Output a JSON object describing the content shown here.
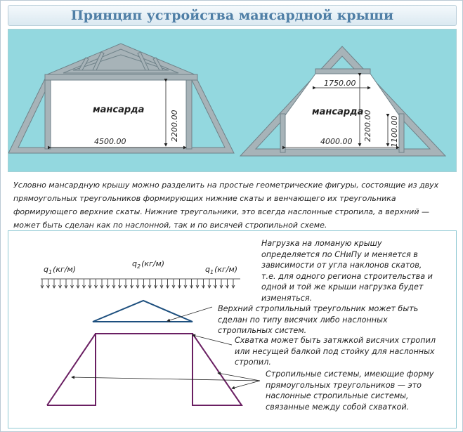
{
  "title": "Принцип устройства мансардной крыши",
  "diagram_left": {
    "room_label": "мансарда",
    "width_dim": "4500.00",
    "height_dim": "2200.00"
  },
  "diagram_right": {
    "room_label": "мансарда",
    "top_dim": "1750.00",
    "width_dim": "4000.00",
    "height_dim": "2200.00",
    "wall_dim": "1100.00"
  },
  "description": "Условно мансардную крышу можно разделить на простые геометрические фигуры, состоящие из двух прямоугольных треугольников формирующих нижние скаты и венчающего их треугольника формирующего верхние скаты. Нижние треугольники, это всегда наслонные стропила, а верхний — может быть сделан как по наслонной, так и по висячей стропильной схеме.",
  "loads": {
    "q_left": "q",
    "q_left_sub": "1",
    "q_left_unit": "(кг/м)",
    "q_mid": "q",
    "q_mid_sub": "2",
    "q_mid_unit": "(кг/м)",
    "q_right": "q",
    "q_right_sub": "1",
    "q_right_unit": "(кг/м)"
  },
  "notes": {
    "load": "Нагрузка на ломаную крышу определяется по СНиПу и меняется в зависимости от угла наклонов скатов, т.е. для одного региона строительства и одной и той же крыши нагрузка будет изменяться.",
    "top_triangle": "Верхний стропильный треугольник может быть сделан по типу висячих либо наслонных стропильных систем.",
    "tie": "Схватка может быть затяжкой висячих стропил или несущей балкой под стойку для наслонных стропил.",
    "side_systems": "Стропильные системы, имеющие форму прямоугольных треугольников — это наслонные стропильные системы, связанные между собой схваткой."
  },
  "colors": {
    "title_text": "#4f7fa6",
    "panel_bg": "#93d8df",
    "frame_fill": "#a7b3b8",
    "frame_stroke": "#6f8289",
    "top_triangle": "#1d4f7e",
    "trapezoid": "#6a1f62"
  }
}
